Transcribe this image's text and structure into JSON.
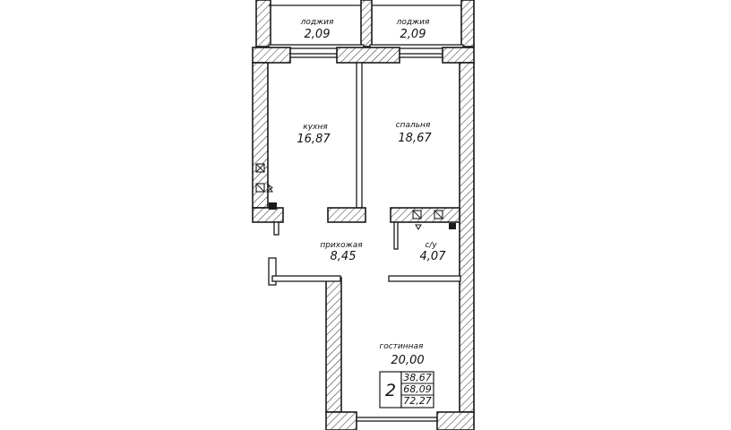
{
  "rooms": {
    "loggia_left": {
      "name": "лоджия",
      "area": "2,09"
    },
    "loggia_right": {
      "name": "лоджия",
      "area": "2,09"
    },
    "kitchen": {
      "name": "кухня",
      "area": "16,87"
    },
    "bedroom": {
      "name": "спальня",
      "area": "18,67"
    },
    "hallway": {
      "name": "прихожая",
      "area": "8,45"
    },
    "bathroom": {
      "name": "с/у",
      "area": "4,07"
    },
    "living": {
      "name": "гостинная",
      "area": "20,00"
    }
  },
  "summary": {
    "rooms_count": "2",
    "living_area": "38,67",
    "usable_area": "68,09",
    "total_area": "72,27"
  },
  "colors": {
    "line": "#1a1a1a",
    "background": "#ffffff"
  }
}
